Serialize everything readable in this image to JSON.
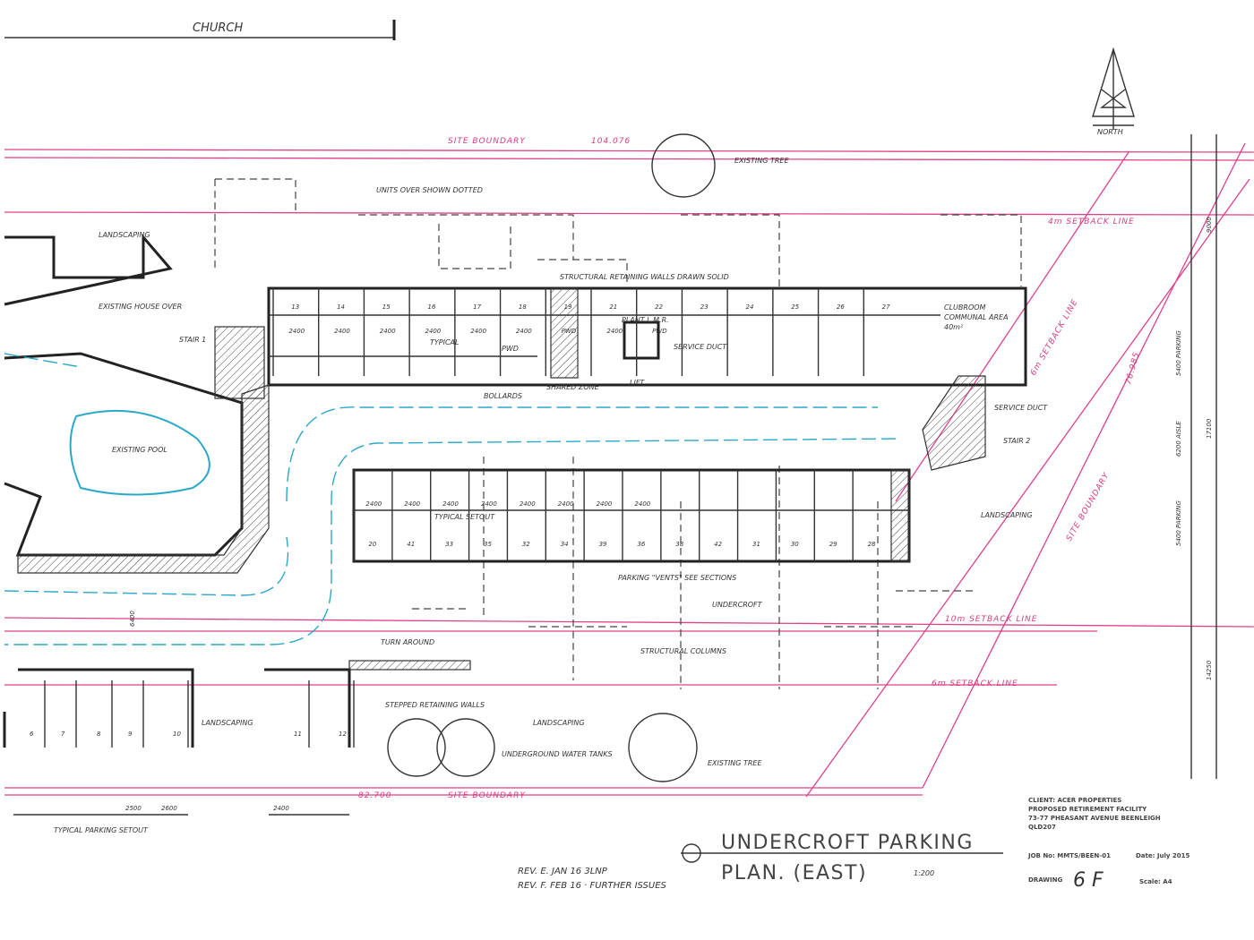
{
  "drawing": {
    "church_label": "CHURCH",
    "north_label": "NORTH",
    "site_boundary_top": "SITE BOUNDARY",
    "site_boundary_top_dim": "104.076",
    "site_boundary_bottom": "SITE BOUNDARY",
    "site_boundary_bottom_dim": "82.700",
    "setback_4m": "4m SETBACK LINE",
    "setback_6m_right": "6m SETBACK LINE",
    "setback_10m": "10m SETBACK LINE",
    "setback_6m_bottom": "6m SETBACK LINE",
    "site_boundary_diag": "SITE BOUNDARY",
    "diag_dim": "76.985",
    "existing_tree_top": "EXISTING TREE",
    "existing_tree_bottom": "EXISTING TREE",
    "units_over": "UNITS OVER SHOWN DOTTED",
    "landscaping_1": "LANDSCAPING",
    "landscaping_2": "LANDSCAPING",
    "landscaping_3": "LANDSCAPING",
    "landscaping_4": "LANDSCAPING",
    "existing_house": "EXISTING HOUSE OVER",
    "stair_1": "STAIR 1",
    "stair_2": "STAIR 2",
    "existing_pool": "EXISTING POOL",
    "structural_walls": "STRUCTURAL RETAINING WALLS DRAWN SOLID",
    "typical": "TYPICAL",
    "service_duct": "SERVICE DUCT",
    "service_duct_2": "SERVICE DUCT",
    "lift": "LIFT",
    "pwd": "PWD",
    "bollards": "BOLLARDS",
    "shared_zone": "SHARED ZONE",
    "lmr": "PLANT L.M.R.",
    "common_area": "CLUBROOM COMMUNAL AREA 40m²",
    "typical_setout": "TYPICAL SETOUT",
    "parking_vents": "PARKING \"VENTS\" SEE SECTIONS",
    "undercroft": "UNDERCROFT",
    "structural_columns": "STRUCTURAL COLUMNS",
    "turn_around": "TURN AROUND",
    "stepped_walls": "STEPPED RETAINING WALLS",
    "water_tanks": "UNDERGROUND WATER TANKS",
    "typical_parking_setout": "TYPICAL PARKING SETOUT",
    "dims": {
      "d6400": "6400",
      "d5400a": "5400 PARKING",
      "d6200": "6200 AISLE",
      "d5400b": "5400 PARKING",
      "d17100": "17100",
      "d9000": "9000",
      "d14250": "14250",
      "d2500": "2500",
      "d2600": "2600",
      "d2400": "2400"
    },
    "bays_top": [
      "13",
      "14",
      "15",
      "16",
      "17",
      "18",
      "19",
      "21",
      "22",
      "23",
      "24",
      "25",
      "26",
      "27"
    ],
    "bays_top_widths": [
      "2400",
      "2400",
      "2400",
      "2400",
      "2400",
      "2400",
      "PWD",
      "2400",
      "PWD"
    ],
    "bays_bottom": [
      "20",
      "41",
      "33",
      "35",
      "32",
      "34",
      "39",
      "36",
      "38",
      "42",
      "31",
      "30",
      "29",
      "28"
    ],
    "bays_bottom_widths": [
      "2400",
      "2400",
      "2400",
      "2400",
      "2400",
      "2400",
      "2400",
      "2400"
    ],
    "bays_left": [
      "6",
      "7",
      "8",
      "9",
      "10",
      "11",
      "12"
    ]
  },
  "title_block": {
    "title_line1": "UNDERCROFT PARKING",
    "title_line2": "PLAN. (EAST)",
    "scale_note": "1:200",
    "rev_e": "REV. E.  JAN 16  3LNP",
    "rev_f": "REV. F.  FEB 16 · FURTHER ISSUES",
    "client": "CLIENT: ACER PROPERTIES",
    "project": "PROPOSED RETIREMENT FACILITY",
    "address": "73-77 PHEASANT AVENUE BEENLEIGH",
    "postcode": "QLD207",
    "job_no": "JOB No: MMTS/BEEN-01",
    "date": "Date: July 2015",
    "drawing_label": "DRAWING",
    "drawing_no": "6 F",
    "scale_label": "Scale: A4"
  },
  "colors": {
    "pink": "#e0408a",
    "cyan": "#2aa8c8",
    "ink": "#333333"
  }
}
